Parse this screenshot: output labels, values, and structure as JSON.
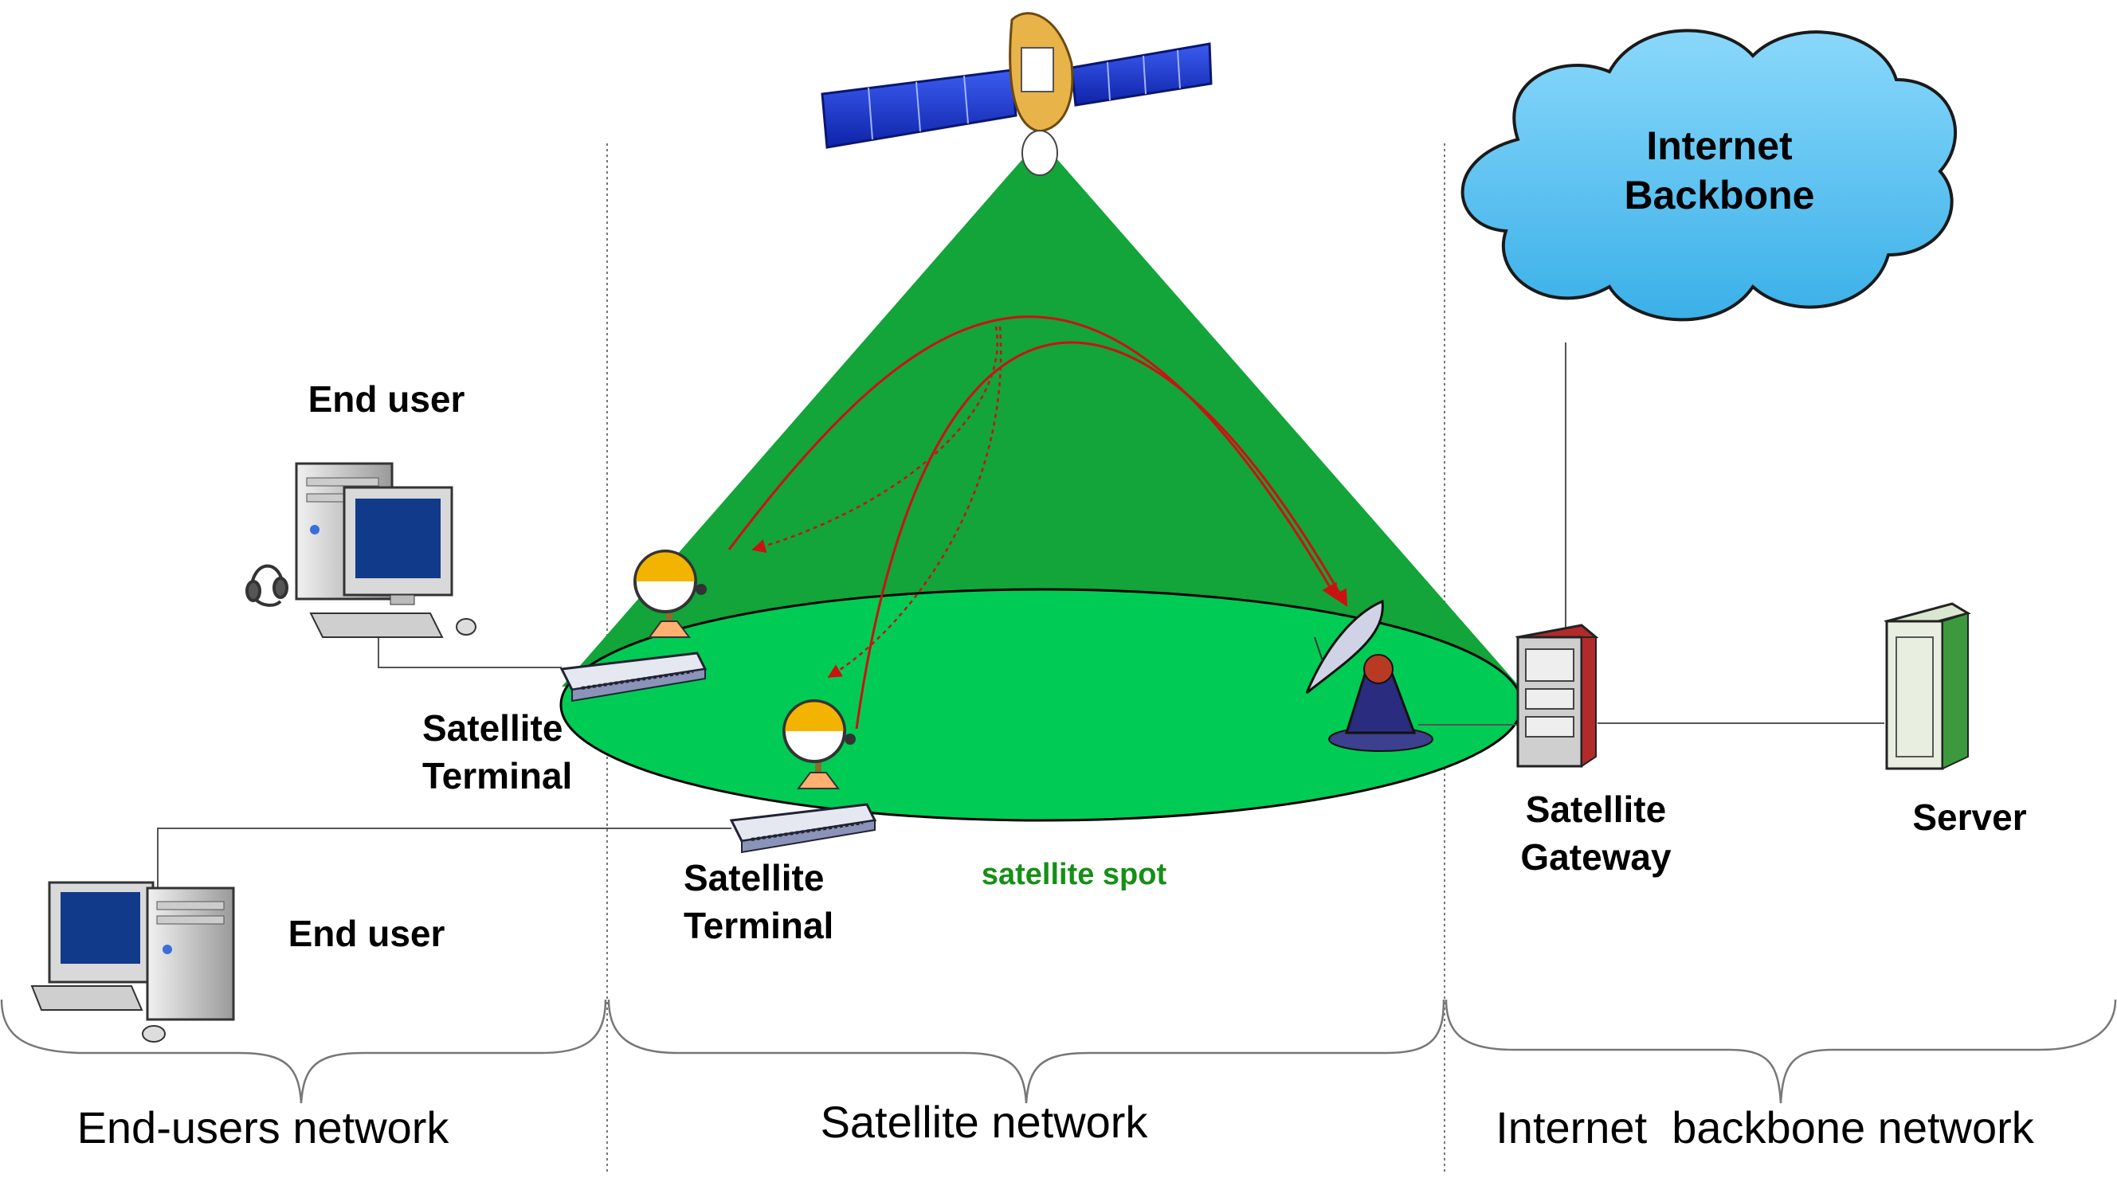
{
  "cloud": {
    "line1": "Internet",
    "line2": "Backbone"
  },
  "labels": {
    "end_user_top": "End user",
    "end_user_bottom": "End user",
    "terminal_left_1": "Satellite",
    "terminal_left_2": "Terminal",
    "terminal_mid_1": "Satellite",
    "terminal_mid_2": "Terminal",
    "gateway_1": "Satellite",
    "gateway_2": "Gateway",
    "server": "Server",
    "spot": "satellite spot"
  },
  "networks": {
    "end_users": "End-users network",
    "satellite": "Satellite network",
    "internet": "Internet  backbone network"
  },
  "colors": {
    "beam": "#13a43a",
    "spot": "#00cc55",
    "cloud": "#5fc6f2",
    "arrow": "#cc1111",
    "panel": "#1f3bd0"
  },
  "icons": [
    "satellite-icon",
    "cloud-icon",
    "pc-icon",
    "dish-icon",
    "modem-icon",
    "gateway-icon",
    "server-icon",
    "headset-icon"
  ]
}
